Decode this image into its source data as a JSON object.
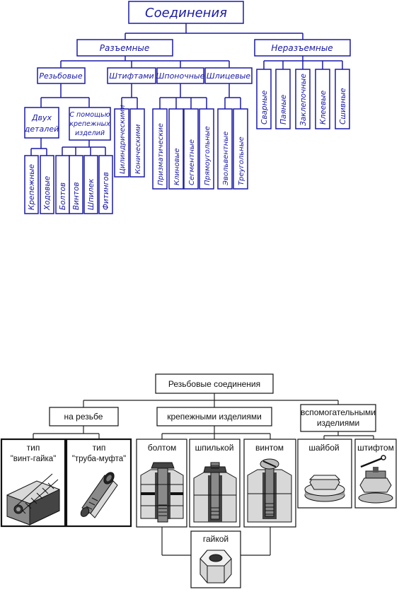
{
  "top_diagram": {
    "root": "Соединения",
    "razemnye": "Разъемные",
    "nerazemnye": "Неразъемные",
    "rezbovye": "Резьбовые",
    "shtiftami": "Штифтами",
    "shponochnye": "Шпоночные",
    "shlitsevye": "Шлицевые",
    "dvukh_detaley": [
      "Двух",
      "деталей"
    ],
    "s_pomoshchyu": [
      "С помощью",
      "крепежных",
      "изделий"
    ],
    "leaf_krepezhnye": "Крепежные",
    "leaf_khodovye": "Ходовые",
    "leaf_boltov": "Болтов",
    "leaf_vintov": "Винтов",
    "leaf_shpilek": "Шпилек",
    "leaf_fitingov": "Фитингов",
    "leaf_tsilindricheskimi": "Цилиндрическими",
    "leaf_konicheskimi": "Коническими",
    "leaf_prizmaticheskie": "Призматические",
    "leaf_klinovye": "Клиновые",
    "leaf_segmentnye": "Сегментные",
    "leaf_pryamougolnye": "Прямоугольные",
    "leaf_evolventnye": "Эвольвентные",
    "leaf_treugolnye": "Треугольные",
    "leaf_svarnye": "Сварные",
    "leaf_payanye": "Паяные",
    "leaf_zaklepochnye": "Заклепочные",
    "leaf_kleevye": "Клеевые",
    "leaf_shivnye": "Сшивные"
  },
  "bottom_diagram": {
    "root": "Резьбовые соединения",
    "na_rezbe": "на резьбе",
    "krepezhnymi": "крепежными изделиями",
    "vspomogatelnymi": [
      "вспомогательными",
      "изделиями"
    ],
    "tip_vint_gayka": [
      "тип",
      "\"винт-гайка\""
    ],
    "tip_truba_mufta": [
      "тип",
      "\"труба-муфта\""
    ],
    "boltom": "болтом",
    "shpilkoy": "шпилькой",
    "vintom": "винтом",
    "shayboy": "шайбой",
    "shtiftom": "штифтом",
    "gaykoy": "гайкой"
  },
  "colors": {
    "top_ink": "#1a1aa8",
    "bottom_ink": "#111111",
    "background": "#ffffff"
  }
}
